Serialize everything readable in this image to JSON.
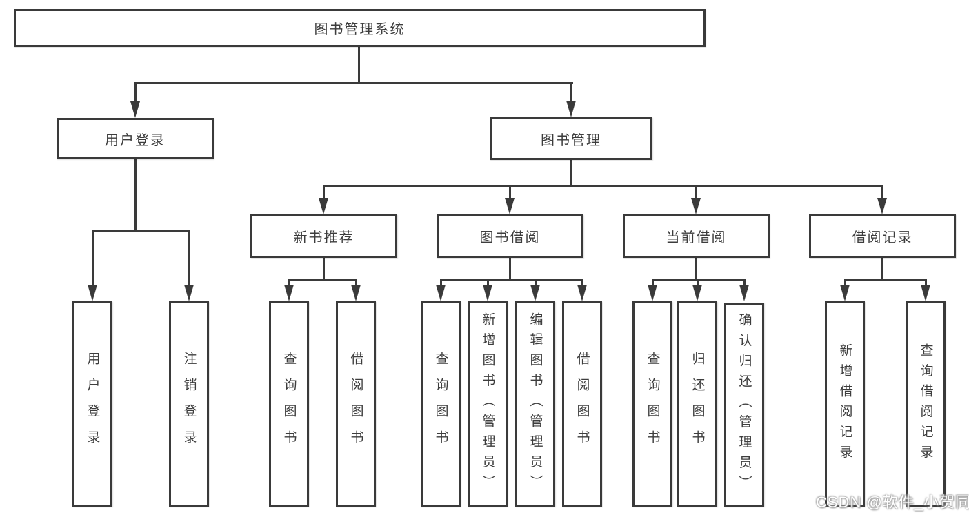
{
  "diagram": {
    "root_label": "图书管理系统",
    "l2": [
      "用户登录",
      "图书管理"
    ],
    "l3": [
      "新书推荐",
      "图书借阅",
      "当前借阅",
      "借阅记录"
    ],
    "leaves_user": [
      "用户登录",
      "注销登录"
    ],
    "leaves_recommend": [
      "查询图书",
      "借阅图书"
    ],
    "leaves_borrow": [
      "查询图书",
      "新增图书（管理员）",
      "编辑图书（管理员）",
      "借阅图书"
    ],
    "leaves_current": [
      "查询图书",
      "归还图书",
      "确认归还（管理员）"
    ],
    "leaves_records": [
      "新增借阅记录",
      "查询借阅记录"
    ],
    "colors": {
      "line": "#3a3a3a",
      "text": "#3d3d3d",
      "box_background": "#ffffff",
      "page_background": "#ffffff",
      "watermark_text": "#fefefe"
    }
  },
  "watermark": {
    "text": "CSDN @软件_小贺同学"
  }
}
